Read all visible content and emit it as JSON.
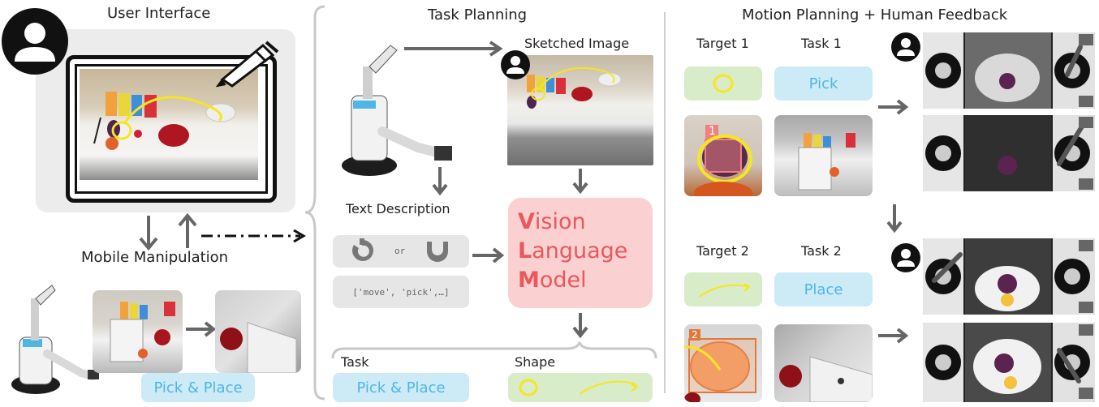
{
  "sections": {
    "ui_title": "User Interface",
    "task_title": "Task Planning",
    "motion_title": "Motion Planning + Human Feedback"
  },
  "left": {
    "mobile_label": "Mobile Manipulation",
    "pick_place": "Pick & Place"
  },
  "task": {
    "sketched_label": "Sketched Image",
    "text_desc_label": "Text Description",
    "or": "or",
    "code": "['move', 'pick',…]",
    "vlm_v": "V",
    "vlm_ision": "ision",
    "vlm_l": "L",
    "vlm_anguage": "anguage",
    "vlm_m": "M",
    "vlm_odel": "odel",
    "out_task_label": "Task",
    "out_shape_label": "Shape",
    "out_task_value": "Pick & Place"
  },
  "motion": {
    "target1": "Target 1",
    "task1": "Task 1",
    "pick": "Pick",
    "target2": "Target 2",
    "task2": "Task 2",
    "place": "Place",
    "badge1": "1",
    "badge2": "2"
  },
  "colors": {
    "blue_box": "#cdeaf7",
    "blue_text": "#4fb6e3",
    "green_box": "#d8ecca",
    "vlm_bg": "#fbd0d0",
    "vlm_text": "#e8585c",
    "sketch_yellow": "#f5e621",
    "arrow": "#666666"
  },
  "icons": [
    "user-icon",
    "pen-icon",
    "gripper-pinch-icon",
    "gripper-wrap-icon"
  ]
}
